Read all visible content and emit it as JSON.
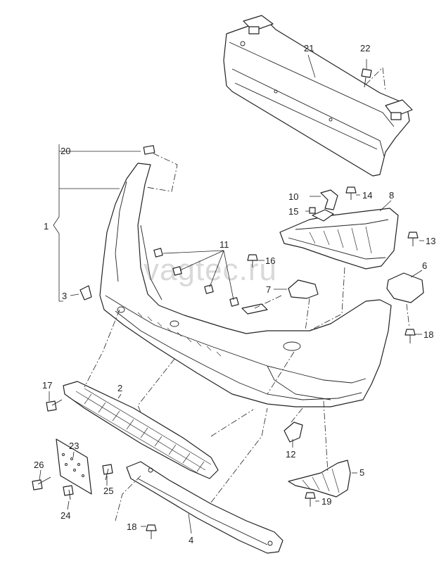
{
  "watermark": "vagtec.ru",
  "callouts": {
    "c1": "1",
    "c2": "2",
    "c3": "3",
    "c4": "4",
    "c5": "5",
    "c6": "6",
    "c7": "7",
    "c8": "8",
    "c10": "10",
    "c11": "11",
    "c12": "12",
    "c13": "13",
    "c14": "14",
    "c15": "15",
    "c16": "16",
    "c17": "17",
    "c18a": "18",
    "c18b": "18",
    "c19": "19",
    "c20": "20",
    "c21": "21",
    "c22": "22",
    "c23": "23",
    "c24": "24",
    "c25": "25",
    "c26": "26"
  }
}
